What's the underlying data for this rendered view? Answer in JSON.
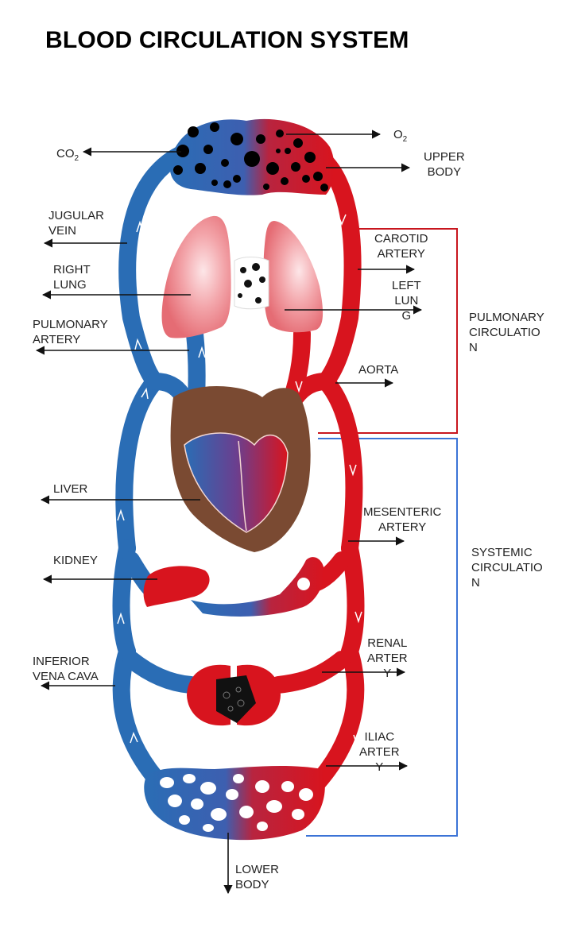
{
  "title": "BLOOD CIRCULATION SYSTEM",
  "labels": {
    "o2": "O",
    "o2_sub": "2",
    "co2": "CO",
    "co2_sub": "2",
    "upper_body": "UPPER\nBODY",
    "jugular_vein": "JUGULAR\nVEIN",
    "carotid_artery": "CAROTID\nARTERY",
    "right_lung": "RIGHT\nLUNG",
    "left_lung": "LEFT\nLUN\nG",
    "pulmonary_artery": "PULMONARY\nARTERY",
    "pulmonary_circulation": "PULMONARY\nCIRCULATIO\nN",
    "aorta": "AORTA",
    "liver": "LIVER",
    "mesenteric_artery": "MESENTERIC\nARTERY",
    "systemic_circulation": "SYSTEMIC\nCIRCULATIO\nN",
    "kidney": "KIDNEY",
    "renal_artery": "RENAL\nARTER\nY",
    "inferior_vena_cava": "INFERIOR\nVENA CAVA",
    "iliac_artery": "ILIAC\nARTER\nY",
    "lower_body": "LOWER\nBODY"
  },
  "colors": {
    "vein_blue": "#2a6db5",
    "artery_red": "#d8141e",
    "heart_brown": "#7a4a32",
    "lung_pink": "#ef8a8f",
    "pulmonary_bracket": "#c8161e",
    "systemic_bracket": "#3b73d6"
  }
}
